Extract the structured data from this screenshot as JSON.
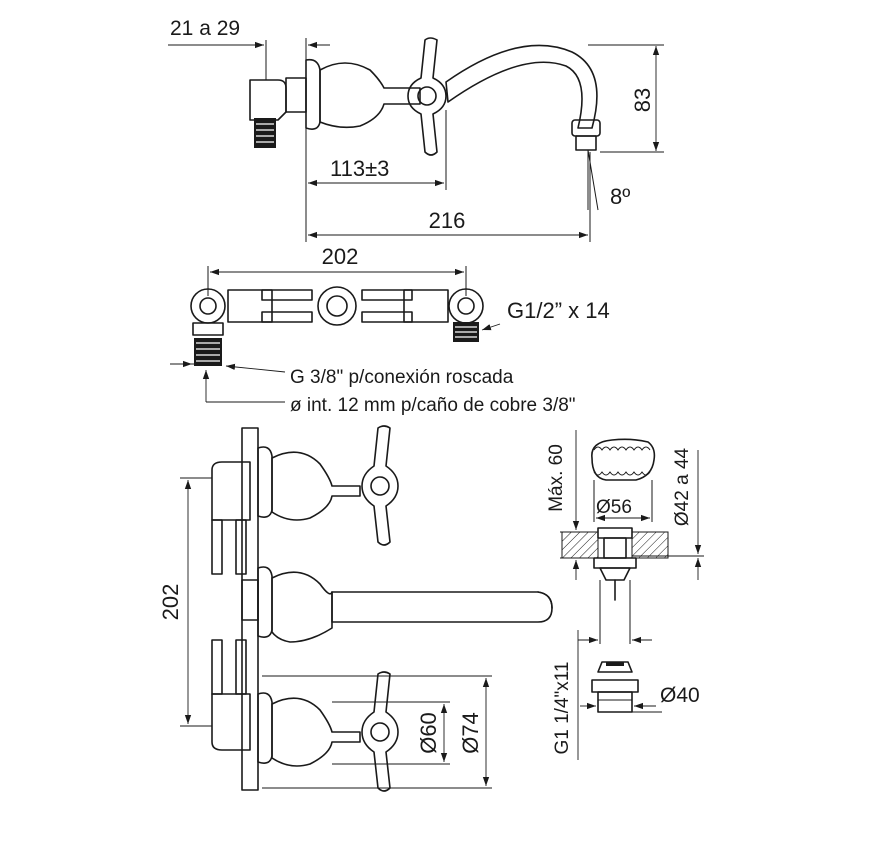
{
  "side_view": {
    "dim_wall_range": "21 a 29",
    "dim_spout_height": "83",
    "dim_handle_offset": "113±3",
    "dim_angle": "8º",
    "dim_total_reach": "216"
  },
  "top_view": {
    "dim_center_distance": "202",
    "thread_spec": "G1/2” x 14",
    "connection_line1": "G 3/8\" p/conexión roscada",
    "connection_line2": "ø int. 12 mm p/caño de cobre 3/8\""
  },
  "front_view": {
    "dim_height": "202",
    "dim_rosette_inner": "Ø60",
    "dim_rosette_outer": "Ø74"
  },
  "drain_detail": {
    "dim_max_thickness": "Máx. 60",
    "dim_hole_range": "Ø42 a 44",
    "dim_head_diameter": "Ø56",
    "dim_thread": "G1 1/4\"x11",
    "dim_nut_diameter": "Ø40"
  }
}
